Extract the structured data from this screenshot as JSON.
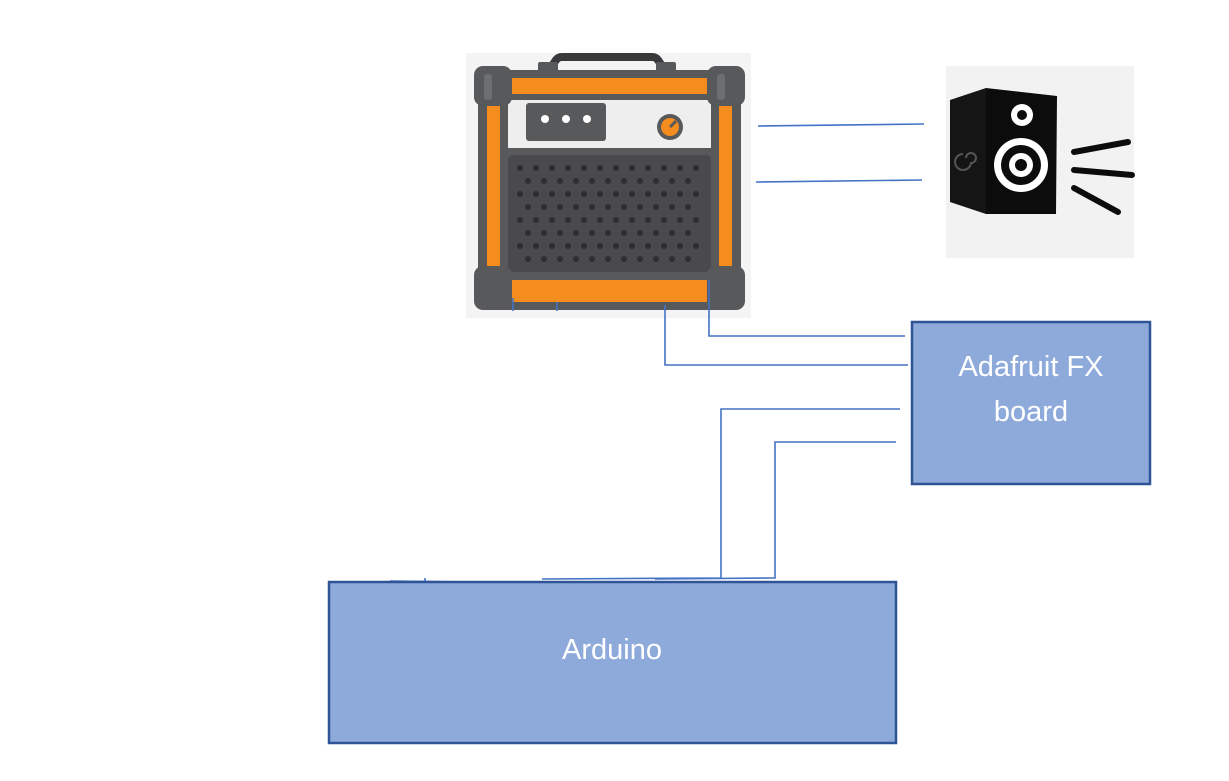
{
  "diagram": {
    "nodes": {
      "amplifier": {
        "kind": "image",
        "icon": "guitar-amplifier-icon"
      },
      "speaker": {
        "kind": "image",
        "icon": "speaker-icon"
      },
      "fx_board": {
        "kind": "box",
        "label_lines": [
          "Adafruit FX",
          "board"
        ]
      },
      "arduino": {
        "kind": "box",
        "label": "Arduino"
      }
    },
    "edges": [
      {
        "from": "amplifier",
        "to": "speaker",
        "count": 2
      },
      {
        "from": "amplifier",
        "to": "fx_board",
        "count": 2
      },
      {
        "from": "fx_board",
        "to": "arduino",
        "count": 2
      }
    ],
    "colors": {
      "box_fill": "#8eaadb",
      "box_stroke": "#2f5597",
      "wire": "#4472c4",
      "label_text": "#ffffff",
      "amp_orange": "#f58d1e",
      "amp_body": "#58595b",
      "amp_dark": "#3a3a3c"
    }
  }
}
